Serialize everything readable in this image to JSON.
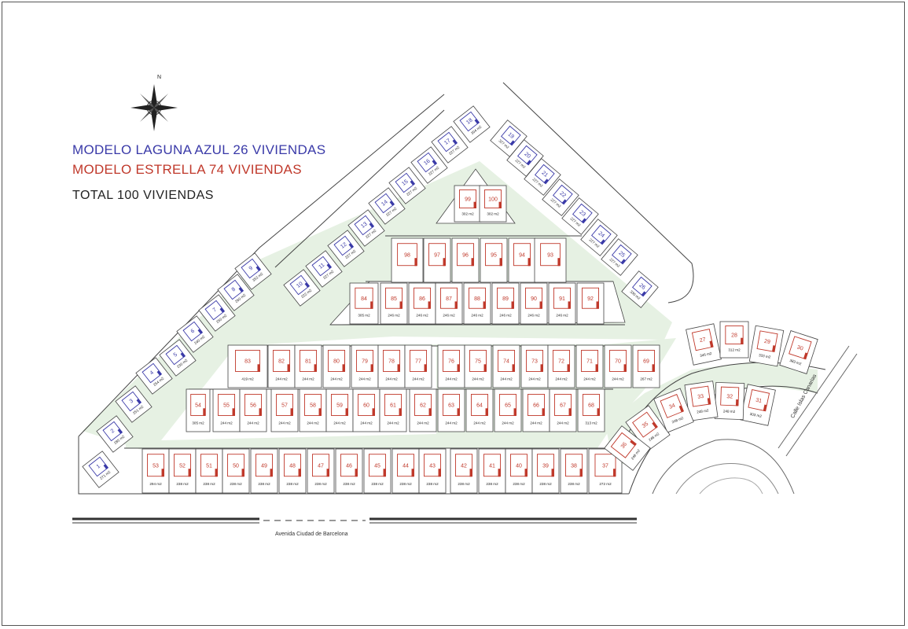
{
  "legend": {
    "azul_label": "MODELO LAGUNA AZUL 26 VIVIENDAS",
    "estrella_label": "MODELO ESTRELLA 74 VIVIENDAS",
    "total_label": "TOTAL 100 VIVIENDAS"
  },
  "north_label": "N",
  "streets": {
    "avenida": "Avenida Ciudad de Barcelona",
    "calle": "Calle Islas Canarias"
  },
  "colors": {
    "azul": "#3a3aa8",
    "estrella": "#c0392b",
    "green": "#e6f1e3",
    "line": "#444444"
  },
  "lots_azul": [
    {
      "n": "1",
      "area": "271 m2"
    },
    {
      "n": "2",
      "area": "285 m2"
    },
    {
      "n": "3",
      "area": "251 m2"
    },
    {
      "n": "4",
      "area": "254 m2"
    },
    {
      "n": "5",
      "area": "230 m2"
    },
    {
      "n": "6",
      "area": "240 m2"
    },
    {
      "n": "7",
      "area": "250 m2"
    },
    {
      "n": "8",
      "area": "260 m2"
    },
    {
      "n": "9",
      "area": "353 m2"
    },
    {
      "n": "10",
      "area": "222 m2"
    },
    {
      "n": "11",
      "area": "227 m2"
    },
    {
      "n": "12",
      "area": "227 m2"
    },
    {
      "n": "13",
      "area": "227 m2"
    },
    {
      "n": "14",
      "area": "227 m2"
    },
    {
      "n": "15",
      "area": "227 m2"
    },
    {
      "n": "16",
      "area": "227 m2"
    },
    {
      "n": "17",
      "area": "227 m2"
    },
    {
      "n": "18",
      "area": "304 m2"
    },
    {
      "n": "19",
      "area": "327 m2"
    },
    {
      "n": "20",
      "area": "227 m2"
    },
    {
      "n": "21",
      "area": "227 m2"
    },
    {
      "n": "22",
      "area": "227 m2"
    },
    {
      "n": "23",
      "area": "227 m2"
    },
    {
      "n": "24",
      "area": "227 m2"
    },
    {
      "n": "25",
      "area": "227 m2"
    },
    {
      "n": "26",
      "area": "330 m2"
    }
  ],
  "lots_arc": [
    {
      "n": "27",
      "area": "346 m2"
    },
    {
      "n": "28",
      "area": "312 m2"
    },
    {
      "n": "29",
      "area": "333 m2"
    },
    {
      "n": "30",
      "area": "383 m2"
    },
    {
      "n": "31",
      "area": "303 m2"
    },
    {
      "n": "32",
      "area": "248 m2"
    },
    {
      "n": "33",
      "area": "248 m2"
    },
    {
      "n": "34",
      "area": "248 m2"
    },
    {
      "n": "35",
      "area": "248 m2"
    },
    {
      "n": "36",
      "area": "248 m2"
    }
  ],
  "row_bottom": [
    {
      "n": "53",
      "area": "294 m2"
    },
    {
      "n": "52",
      "area": "238 m2"
    },
    {
      "n": "51",
      "area": "238 m2"
    },
    {
      "n": "50",
      "area": "238 m2"
    },
    {
      "n": "49",
      "area": "238 m2"
    },
    {
      "n": "48",
      "area": "238 m2"
    },
    {
      "n": "47",
      "area": "238 m2"
    },
    {
      "n": "46",
      "area": "238 m2"
    },
    {
      "n": "45",
      "area": "238 m2"
    },
    {
      "n": "44",
      "area": "238 m2"
    },
    {
      "n": "43",
      "area": "238 m2"
    },
    {
      "n": "42",
      "area": "238 m2"
    },
    {
      "n": "41",
      "area": "238 m2"
    },
    {
      "n": "40",
      "area": "238 m2"
    },
    {
      "n": "39",
      "area": "238 m2"
    },
    {
      "n": "38",
      "area": "238 m2"
    },
    {
      "n": "37",
      "area": "272 m2"
    }
  ],
  "row_b": [
    {
      "n": "54",
      "area": "305 m2"
    },
    {
      "n": "55",
      "area": "244 m2"
    },
    {
      "n": "56",
      "area": "244 m2"
    },
    {
      "n": "57",
      "area": "244 m2"
    },
    {
      "n": "58",
      "area": "244 m2"
    },
    {
      "n": "59",
      "area": "244 m2"
    },
    {
      "n": "60",
      "area": "244 m2"
    },
    {
      "n": "61",
      "area": "244 m2"
    },
    {
      "n": "62",
      "area": "244 m2"
    },
    {
      "n": "63",
      "area": "244 m2"
    },
    {
      "n": "64",
      "area": "244 m2"
    },
    {
      "n": "65",
      "area": "244 m2"
    },
    {
      "n": "66",
      "area": "244 m2"
    },
    {
      "n": "67",
      "area": "244 m2"
    },
    {
      "n": "68",
      "area": "313 m2"
    }
  ],
  "row_a": [
    {
      "n": "83",
      "area": "419 m2"
    },
    {
      "n": "82",
      "area": "244 m2"
    },
    {
      "n": "81",
      "area": "244 m2"
    },
    {
      "n": "80",
      "area": "244 m2"
    },
    {
      "n": "79",
      "area": "244 m2"
    },
    {
      "n": "78",
      "area": "244 m2"
    },
    {
      "n": "77",
      "area": "244 m2"
    },
    {
      "n": "76",
      "area": "244 m2"
    },
    {
      "n": "75",
      "area": "244 m2"
    },
    {
      "n": "74",
      "area": "244 m2"
    },
    {
      "n": "73",
      "area": "244 m2"
    },
    {
      "n": "72",
      "area": "244 m2"
    },
    {
      "n": "71",
      "area": "244 m2"
    },
    {
      "n": "70",
      "area": "244 m2"
    },
    {
      "n": "69",
      "area": "267 m2"
    }
  ],
  "row_mid": [
    {
      "n": "84",
      "area": "305 m2"
    },
    {
      "n": "85",
      "area": "246 m2"
    },
    {
      "n": "86",
      "area": "246 m2"
    },
    {
      "n": "87",
      "area": "246 m2"
    },
    {
      "n": "88",
      "area": "246 m2"
    },
    {
      "n": "89",
      "area": "246 m2"
    },
    {
      "n": "90",
      "area": "246 m2"
    },
    {
      "n": "91",
      "area": "246 m2"
    },
    {
      "n": "92",
      "area": ""
    }
  ],
  "row_top": [
    {
      "n": "98",
      "area": ""
    },
    {
      "n": "97",
      "area": ""
    },
    {
      "n": "96",
      "area": ""
    },
    {
      "n": "95",
      "area": ""
    },
    {
      "n": "94",
      "area": ""
    },
    {
      "n": "93",
      "area": ""
    }
  ],
  "row_apex": [
    {
      "n": "99",
      "area": "302 m2"
    },
    {
      "n": "100",
      "area": "302 m2"
    }
  ]
}
